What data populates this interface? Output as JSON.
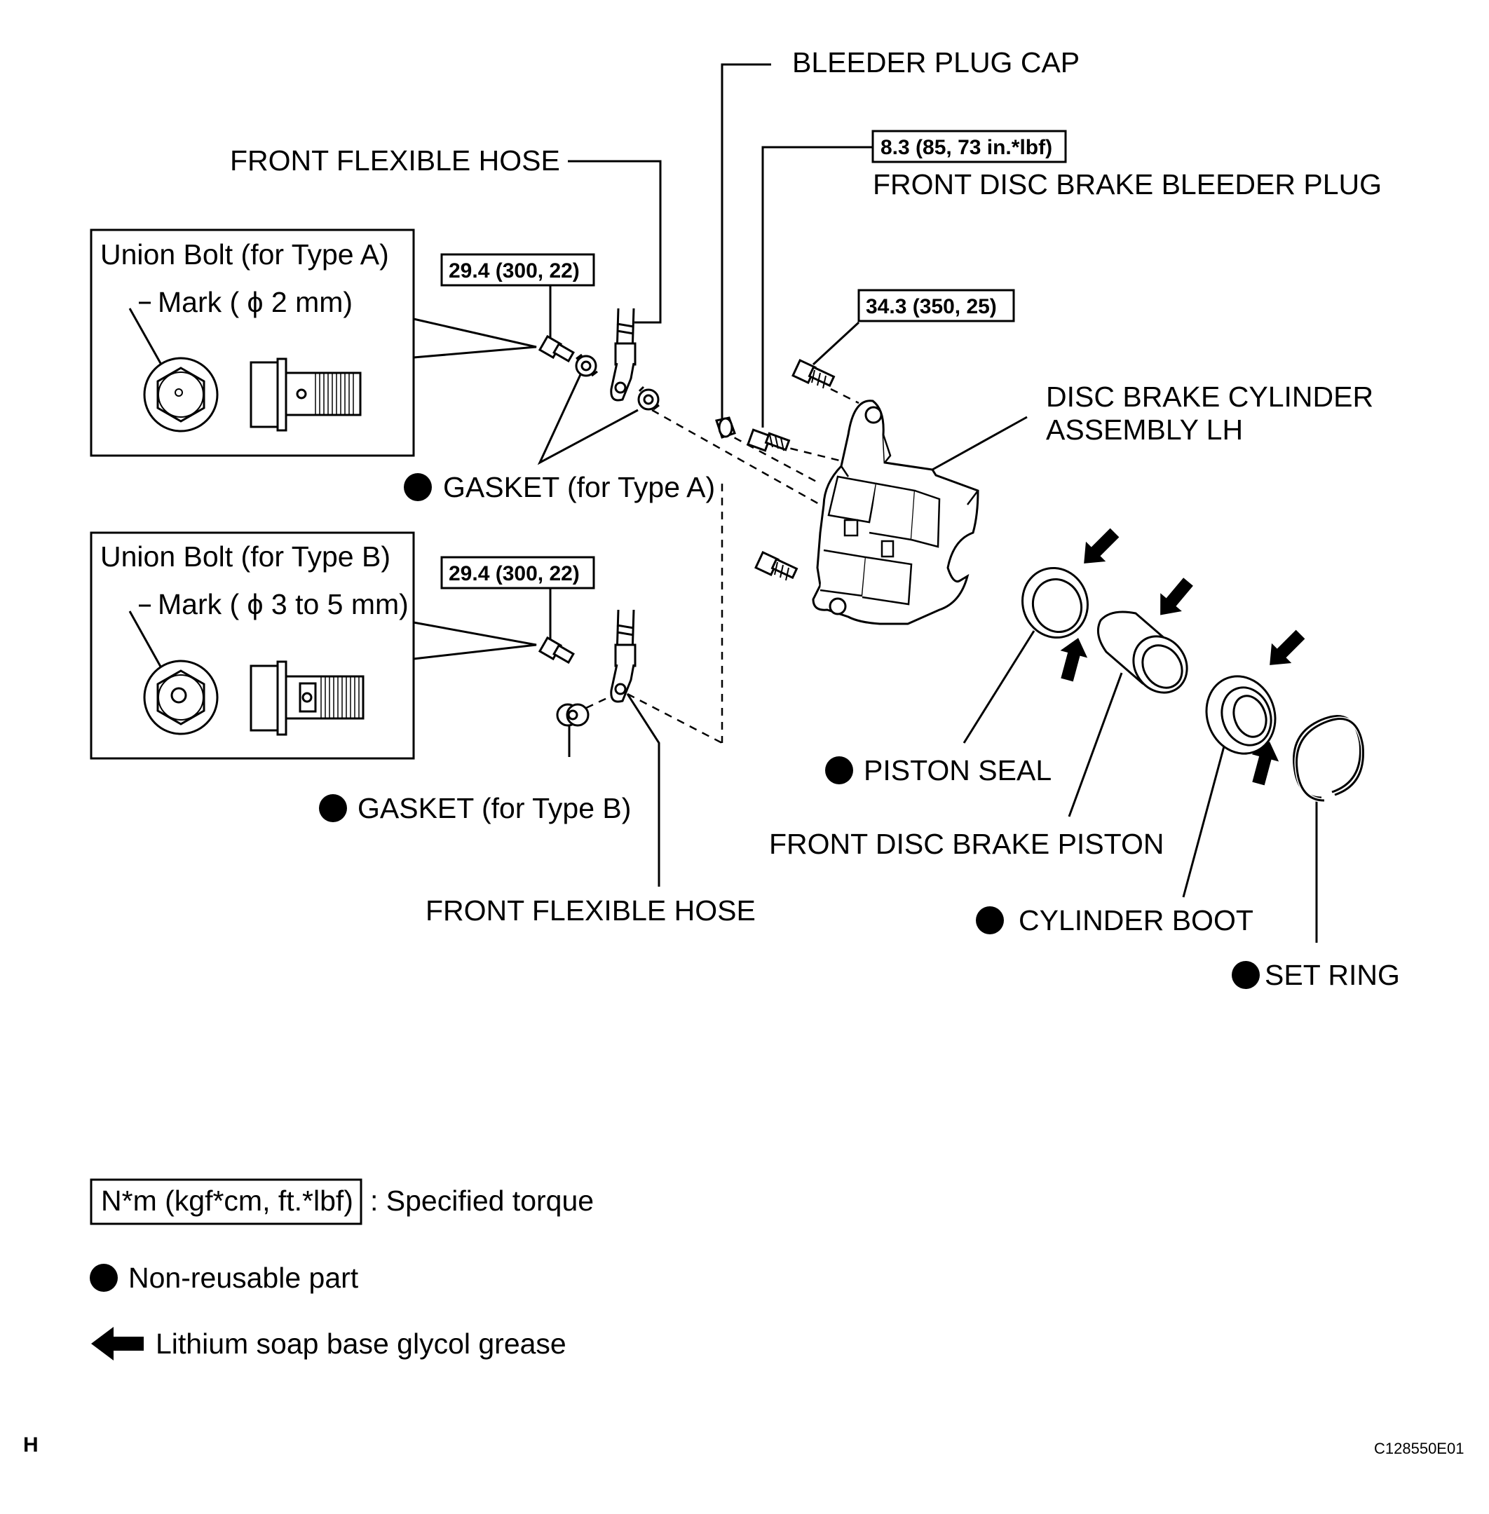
{
  "labels": {
    "bleeder_plug_cap": "BLEEDER PLUG CAP",
    "front_disc_brake_bleeder_plug": "FRONT DISC BRAKE BLEEDER PLUG",
    "front_flexible_hose_top": "FRONT FLEXIBLE HOSE",
    "front_flexible_hose_bottom": "FRONT FLEXIBLE HOSE",
    "disc_brake_cylinder_line1": "DISC BRAKE CYLINDER",
    "disc_brake_cylinder_line2": "ASSEMBLY LH",
    "gasket_type_a": "GASKET (for Type A)",
    "gasket_type_b": "GASKET (for Type B)",
    "piston_seal": "PISTON SEAL",
    "front_disc_brake_piston": "FRONT DISC BRAKE PISTON",
    "cylinder_boot": "CYLINDER BOOT",
    "set_ring": "SET RING"
  },
  "torques": {
    "bleeder_plug": "8.3 (85, 73 in.*lbf)",
    "union_bolt_a": "29.4 (300, 22)",
    "union_bolt_b": "29.4 (300, 22)",
    "caliper_bolt": "34.3 (350, 25)"
  },
  "inset_a": {
    "title": "Union Bolt (for Type A)",
    "mark": "Mark ( ϕ 2 mm)"
  },
  "inset_b": {
    "title": "Union Bolt (for Type B)",
    "mark": "Mark ( ϕ 3 to 5 mm)"
  },
  "legend": {
    "torque_box": "N*m (kgf*cm, ft.*lbf)",
    "torque_desc": ": Specified torque",
    "non_reusable": "Non-reusable part",
    "grease": "Lithium soap base glycol grease"
  },
  "footer": {
    "corner_letter": "H",
    "figure_id": "C128550E01"
  }
}
